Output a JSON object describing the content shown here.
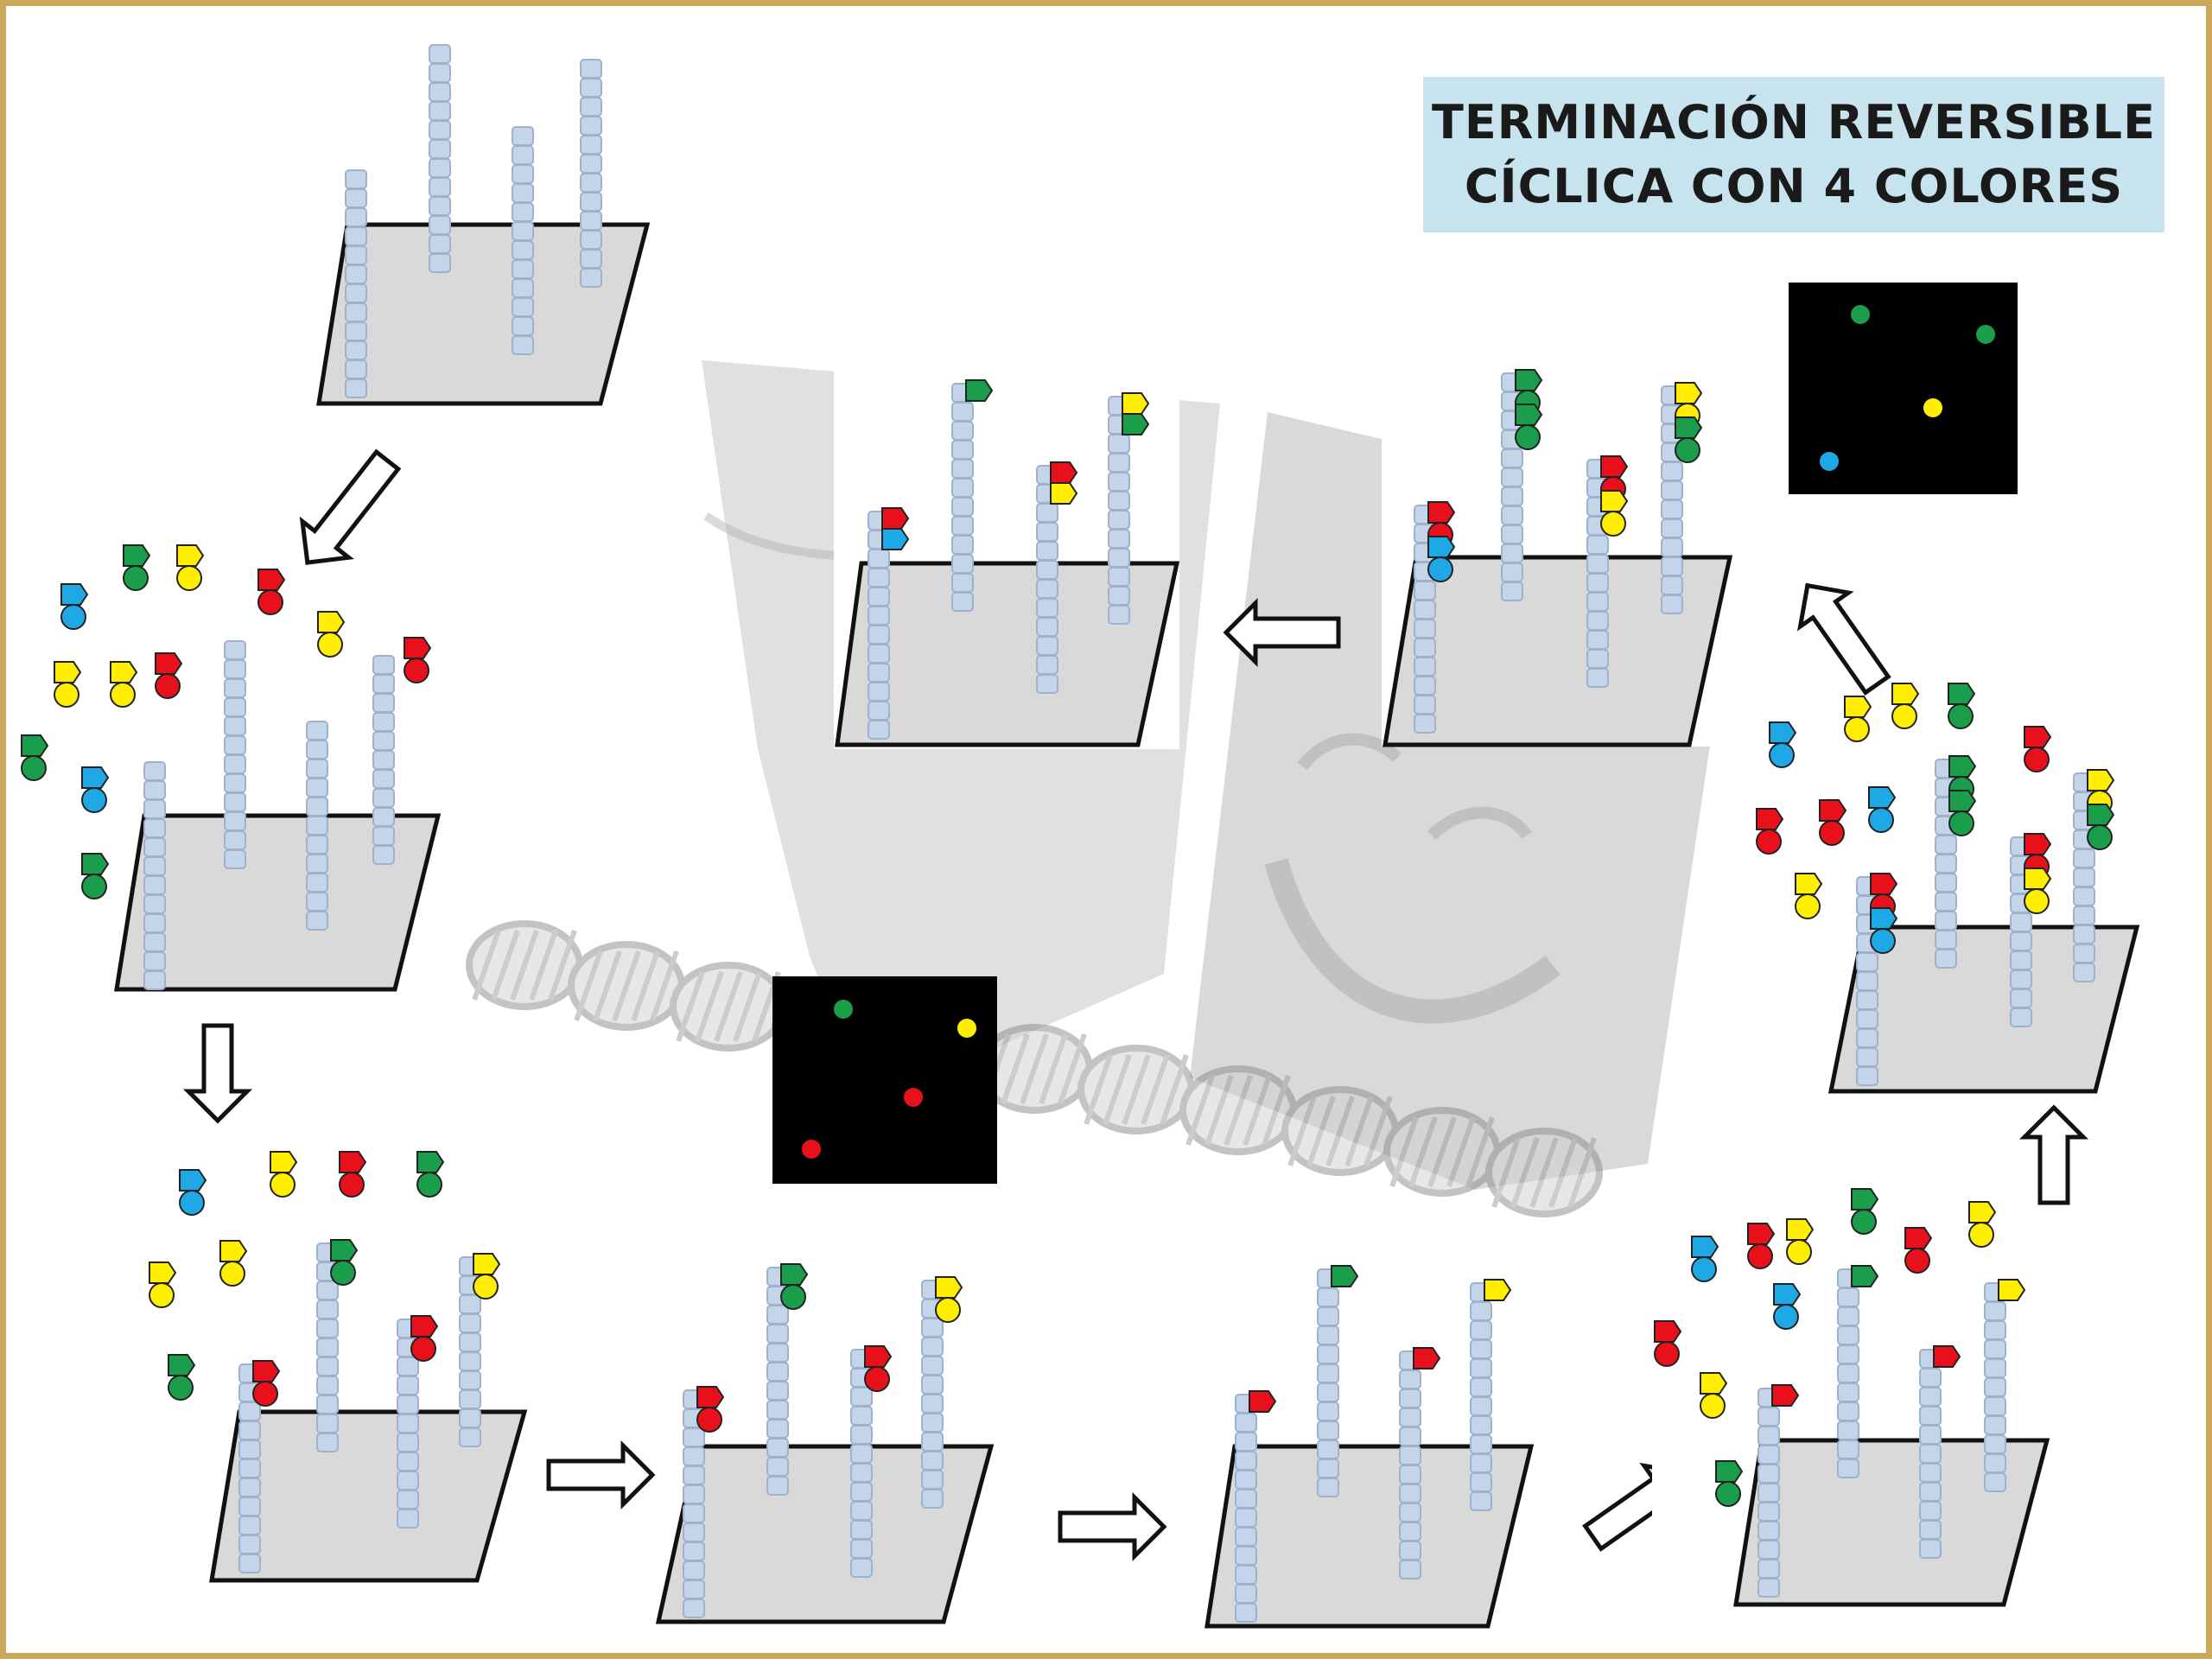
{
  "title": {
    "line1": "TERMINACIÓN REVERSIBLE",
    "line2": "CÍCLICA CON 4 COLORES"
  },
  "colors": {
    "green": "#1a9e4b",
    "yellow": "#ffee00",
    "red": "#e8101a",
    "blue": "#1ea8e6",
    "strand_fill": "#c4d5ea",
    "strand_stroke": "#9fb2cc",
    "substrate": "#d9d9d9",
    "image_bg": "#000000",
    "frame": "#c9a85a",
    "title_bg": "#c6e3ee"
  },
  "background_icons": [
    "theater-masks-watermark",
    "dna-double-helix-watermark"
  ],
  "steps": [
    {
      "id": "template-strands",
      "nucleotides_attached": []
    },
    {
      "id": "nucleotides-added",
      "nucleotides_attached": []
    },
    {
      "id": "incorporation",
      "nucleotides_attached": [
        "red",
        "green",
        "red",
        "yellow"
      ]
    },
    {
      "id": "wash",
      "nucleotides_attached": [
        "red",
        "green",
        "red",
        "yellow"
      ]
    },
    {
      "id": "dye-cleaved",
      "nucleotides_attached": [
        "red",
        "green",
        "red",
        "yellow"
      ]
    },
    {
      "id": "second-cycle-nucleotides",
      "nucleotides_attached": [
        "red",
        "green",
        "red",
        "yellow"
      ]
    },
    {
      "id": "second-incorporation",
      "nucleotides_attached": [
        "blue",
        "green",
        "yellow",
        "green"
      ]
    },
    {
      "id": "second-dye-cleaved",
      "nucleotides_attached": [
        "blue",
        "green",
        "yellow",
        "green"
      ]
    }
  ],
  "fluorescence_images": [
    {
      "id": "cycle-1-image",
      "spots": [
        "green",
        "yellow",
        "red",
        "red"
      ]
    },
    {
      "id": "cycle-2-image",
      "spots": [
        "green",
        "green",
        "yellow",
        "blue"
      ]
    }
  ]
}
